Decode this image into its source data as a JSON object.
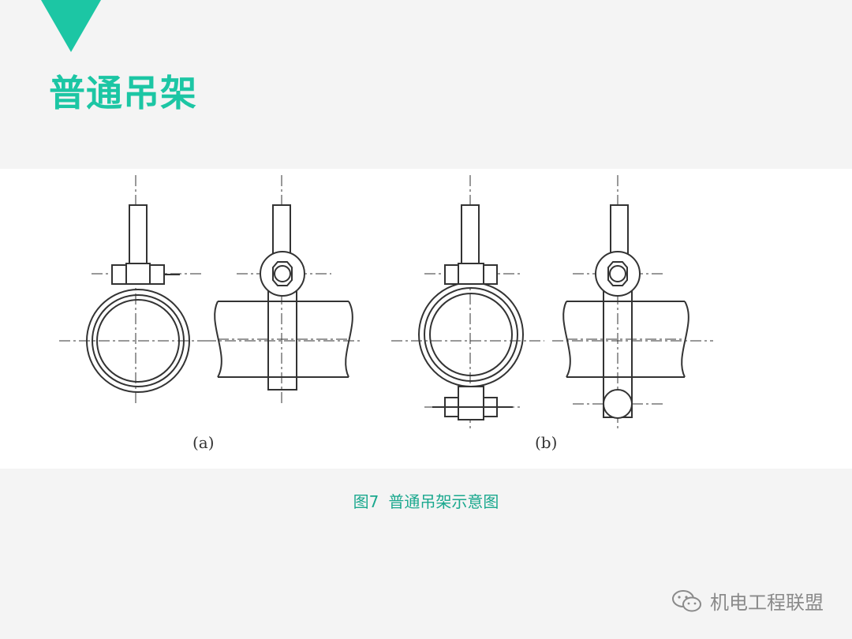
{
  "title": "普通吊架",
  "figure": {
    "label_a": "(a)",
    "label_b": "(b)"
  },
  "caption": {
    "number": "图7",
    "text": "普通吊架示意图"
  },
  "watermark": {
    "icon": "wechat-icon",
    "text": "机电工程联盟"
  },
  "colors": {
    "accent": "#1cc6a4",
    "caption": "#1aa88e",
    "line": "#333333"
  }
}
